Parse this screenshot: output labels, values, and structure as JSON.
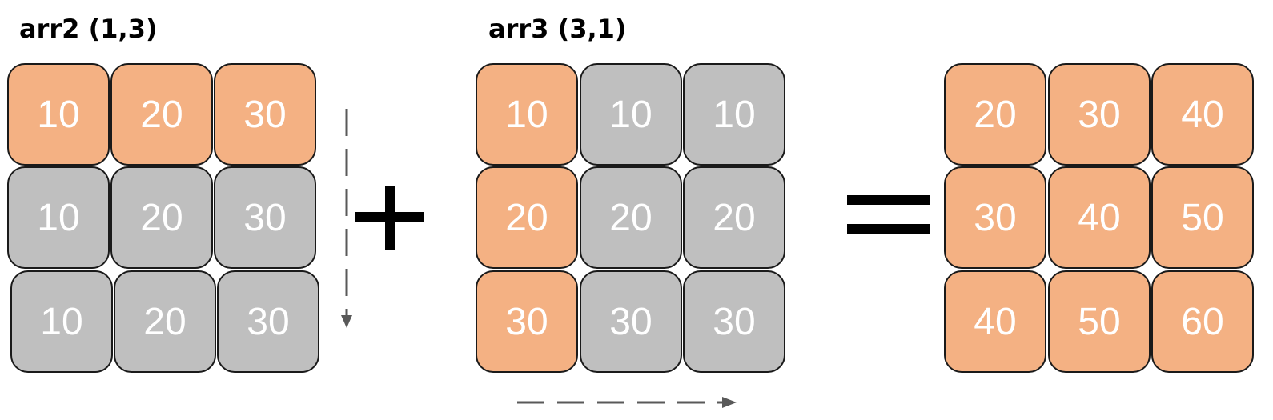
{
  "colors": {
    "highlight": "#f4b183",
    "broadcast": "#bfbfbf",
    "border": "#1a1a1a",
    "arrow": "#595959"
  },
  "operators": {
    "plus": "plus-sign",
    "equals": "equals-sign"
  },
  "arr2": {
    "title": "arr2 (1,3)",
    "rows": [
      [
        "10",
        "20",
        "30"
      ],
      [
        "10",
        "20",
        "30"
      ],
      [
        "10",
        "20",
        "30"
      ]
    ],
    "highlight_rows": [
      0
    ],
    "broadcast_direction": "down"
  },
  "arr3": {
    "title": "arr3 (3,1)",
    "rows": [
      [
        "10",
        "10",
        "10"
      ],
      [
        "20",
        "20",
        "20"
      ],
      [
        "30",
        "30",
        "30"
      ]
    ],
    "highlight_cols": [
      0
    ],
    "broadcast_direction": "right"
  },
  "result": {
    "rows": [
      [
        "20",
        "30",
        "40"
      ],
      [
        "30",
        "40",
        "50"
      ],
      [
        "40",
        "50",
        "60"
      ]
    ]
  }
}
